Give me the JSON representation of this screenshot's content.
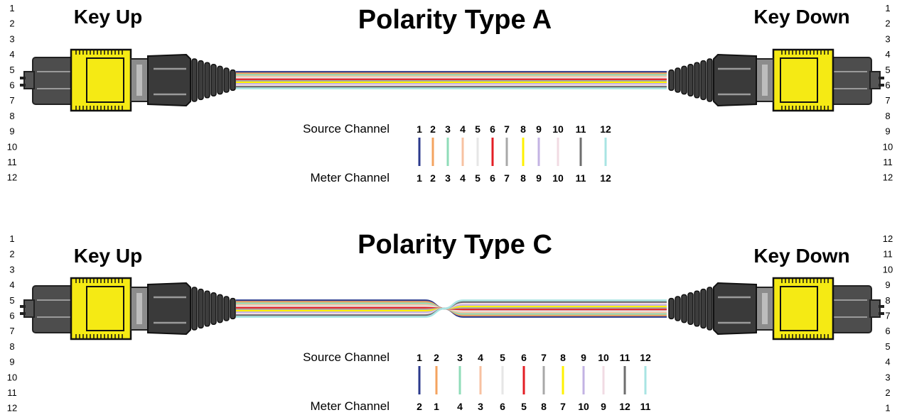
{
  "panels": [
    {
      "title": "Polarity Type A",
      "left_key_label": "Key Up",
      "right_key_label": "Key Down",
      "left_pins": [
        "1",
        "2",
        "3",
        "4",
        "5",
        "6",
        "7",
        "8",
        "9",
        "10",
        "11",
        "12"
      ],
      "right_pins": [
        "1",
        "2",
        "3",
        "4",
        "5",
        "6",
        "7",
        "8",
        "9",
        "10",
        "11",
        "12"
      ],
      "cable_crossover": false,
      "source_label": "Source Channel",
      "meter_label": "Meter Channel",
      "source_channels": [
        "1",
        "2",
        "3",
        "4",
        "5",
        "6",
        "7",
        "8",
        "9",
        "10",
        "11",
        "12"
      ],
      "meter_channels": [
        "1",
        "2",
        "3",
        "4",
        "5",
        "6",
        "7",
        "8",
        "9",
        "10",
        "11",
        "12"
      ]
    },
    {
      "title": "Polarity Type C",
      "left_key_label": "Key Up",
      "right_key_label": "Key Down",
      "left_pins": [
        "1",
        "2",
        "3",
        "4",
        "5",
        "6",
        "7",
        "8",
        "9",
        "10",
        "11",
        "12"
      ],
      "right_pins": [
        "12",
        "11",
        "10",
        "9",
        "8",
        "7",
        "6",
        "5",
        "4",
        "3",
        "2",
        "1"
      ],
      "cable_crossover": true,
      "source_label": "Source Channel",
      "meter_label": "Meter Channel",
      "source_channels": [
        "1",
        "2",
        "3",
        "4",
        "5",
        "6",
        "7",
        "8",
        "9",
        "10",
        "11",
        "12"
      ],
      "meter_channels": [
        "2",
        "1",
        "4",
        "3",
        "6",
        "5",
        "8",
        "7",
        "10",
        "9",
        "12",
        "11"
      ]
    }
  ],
  "fiber_colors": [
    "#2b3a8c",
    "#f4a35f",
    "#8fdcb8",
    "#f7c1a1",
    "#e6e6e6",
    "#e31e24",
    "#a8a8a8",
    "#fff200",
    "#c3b3e3",
    "#f1dbe3",
    "#6d6d6d",
    "#a9e4e3"
  ],
  "connector_colors": {
    "ferrule": "#f5ea14",
    "boot": "#3a3a3a",
    "housing": "#4d4d4d"
  }
}
